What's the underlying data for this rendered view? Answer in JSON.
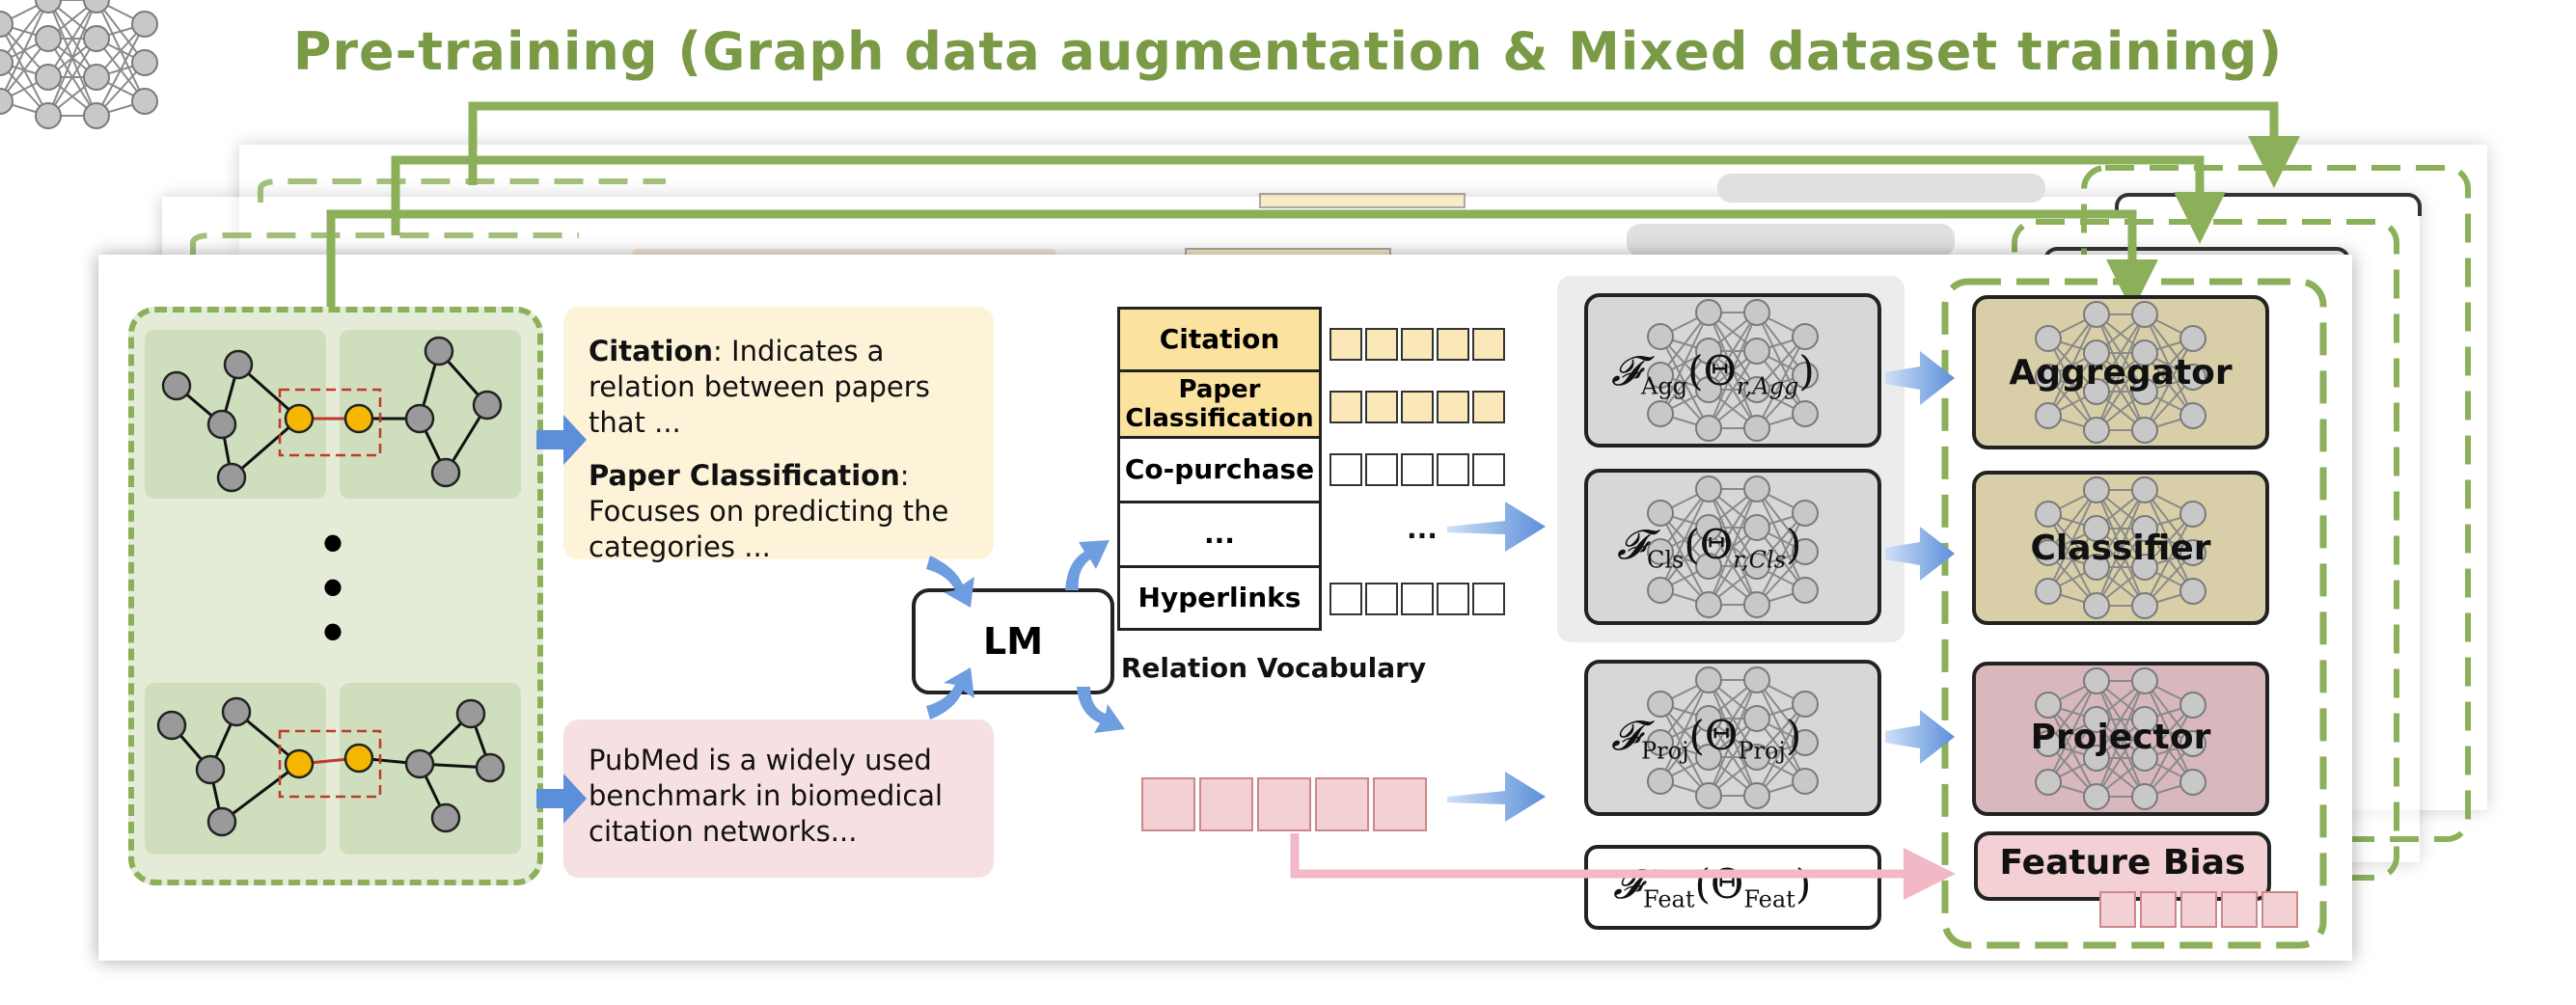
{
  "title": "Pre-training  (Graph data augmentation & Mixed dataset training)",
  "text_boxes": {
    "relation_desc": {
      "citation_bold": "Citation",
      "citation_rest": ": Indicates a relation between papers that ...",
      "paper_bold": "Paper Classification",
      "paper_rest": ": Focuses on predicting the categories ..."
    },
    "dataset_desc": "PubMed is a widely used benchmark in biomedical citation networks..."
  },
  "lm_label": "LM",
  "vocabulary": {
    "rows": [
      "Citation",
      "Paper Classification",
      "Co-purchase",
      "...",
      "Hyperlinks"
    ],
    "ellipsis": "...",
    "caption": "Relation Vocabulary"
  },
  "modules": {
    "agg": {
      "F": "𝓕",
      "sub": "Agg",
      "theta": "(Θ",
      "theta_sub": "r,Agg",
      "close": ")"
    },
    "cls": {
      "F": "𝓕",
      "sub": "Cls",
      "theta": "(Θ",
      "theta_sub": "r,Cls",
      "close": ")"
    },
    "proj": {
      "F": "𝓕",
      "sub": "Proj",
      "theta": "(Θ",
      "theta_sub": "Proj",
      "close": ")"
    },
    "feat": {
      "F": "𝓕",
      "sub": "Feat",
      "theta": "(Θ",
      "theta_sub": "Feat",
      "close": ")"
    }
  },
  "targets": {
    "aggregator": "Aggregator",
    "classifier": "Classifier",
    "projector": "Projector",
    "feature_bias": "Feature Bias"
  },
  "colors": {
    "green": "#8cb05a",
    "title_green": "#7a9a46",
    "node_gray": "#9a9a9a",
    "node_orange": "#f5b700",
    "arrow_blue": "#5b8fd9",
    "pink_line": "#f2b8c6",
    "aggregator_fill": "#d8cfa8",
    "projector_fill": "#d8b8bc",
    "relation_box": "#fdf3d9",
    "dataset_box": "#f6e0e2"
  }
}
